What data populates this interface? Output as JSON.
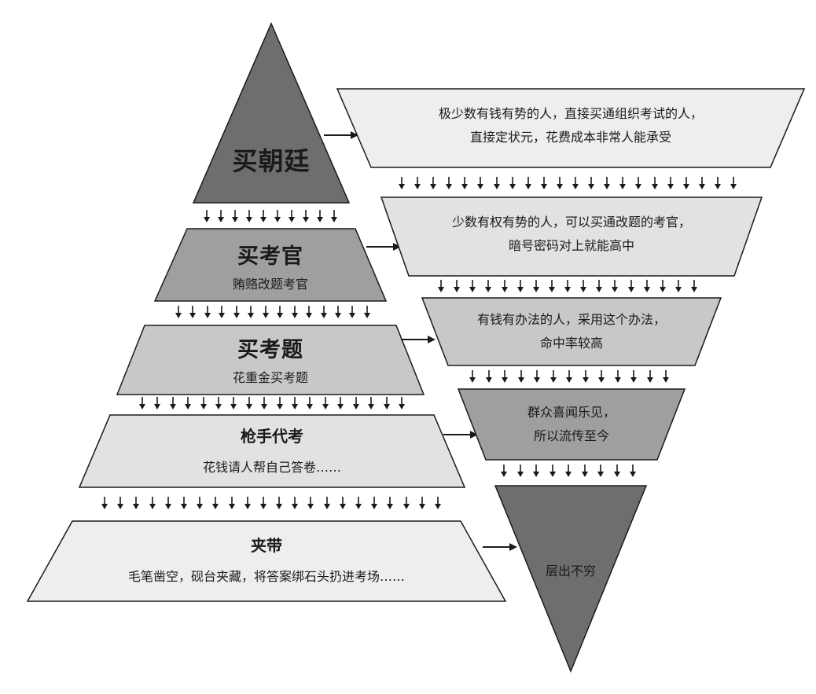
{
  "colors": {
    "dark": "#6e6e6e",
    "mid": "#9f9f9f",
    "light_mid": "#c8c8c8",
    "light": "#e2e2e2",
    "lightest": "#eeeeee",
    "stroke": "#1a1a1a"
  },
  "pyramid": {
    "top": {
      "title": "买朝廷"
    },
    "levels": [
      {
        "title": "买考官",
        "subtitle": "贿赂改题考官"
      },
      {
        "title": "买考题",
        "subtitle": "花重金买考题"
      },
      {
        "title": "枪手代考",
        "subtitle": "花钱请人帮自己答卷……"
      },
      {
        "title": "夹带",
        "subtitle": "毛笔凿空，砚台夹藏，将答案绑石头扔进考场……"
      }
    ]
  },
  "funnel": {
    "levels": [
      {
        "line1": "极少数有钱有势的人，直接买通组织考试的人，",
        "line2": "直接定状元，花费成本非常人能承受"
      },
      {
        "line1": "少数有权有势的人，可以买通改题的考官，",
        "line2": "暗号密码对上就能高中"
      },
      {
        "line1": "有钱有办法的人，采用这个办法，",
        "line2": "命中率较高"
      },
      {
        "line1": "群众喜闻乐见，",
        "line2": "所以流传至今"
      }
    ],
    "bottom": {
      "label": "层出不穷"
    }
  },
  "icons": {
    "down_arrow": "down-arrow-icon",
    "right_arrow": "right-arrow-icon"
  }
}
